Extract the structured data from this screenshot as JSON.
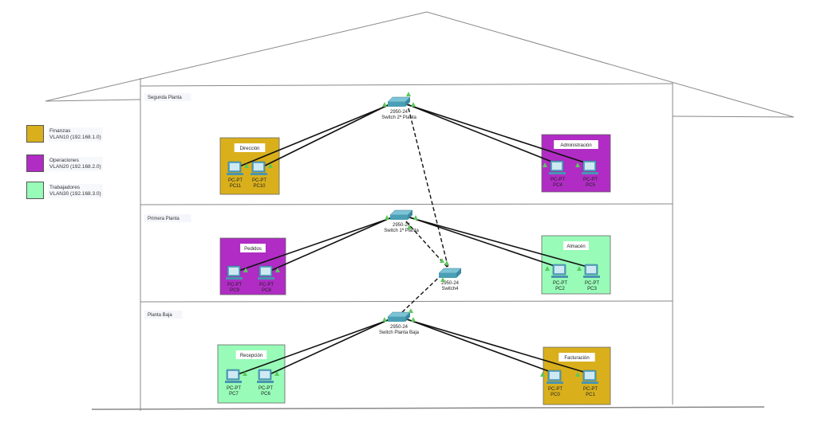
{
  "legend": [
    {
      "name": "Finanzas",
      "vlan": "VLAN10 (192.168.1.0)",
      "color": "#d9b01c"
    },
    {
      "name": "Operaciones",
      "vlan": "VLAN20 (192.168.2.0)",
      "color": "#b02cc4"
    },
    {
      "name": "Trabajadores",
      "vlan": "VLAN30 (192.168.3.0)",
      "color": "#98fbb8"
    }
  ],
  "floors": [
    {
      "label": "Segunda Planta",
      "switch": {
        "model": "2950-24",
        "name": "Switch 2ª Planta"
      },
      "left_area": {
        "label": "Dirección",
        "color": "#d9b01c",
        "pcs": [
          {
            "type": "PC-PT",
            "name": "PC11"
          },
          {
            "type": "PC-PT",
            "name": "PC10"
          }
        ]
      },
      "right_area": {
        "label": "Administración",
        "color": "#b02cc4",
        "pcs": [
          {
            "type": "PC-PT",
            "name": "PC4"
          },
          {
            "type": "PC-PT",
            "name": "PC5"
          }
        ]
      }
    },
    {
      "label": "Primera Planta",
      "switch": {
        "model": "2950-24",
        "name": "Switch 1ª Planta"
      },
      "left_area": {
        "label": "Pedidos",
        "color": "#b02cc4",
        "pcs": [
          {
            "type": "PC-PT",
            "name": "PC9"
          },
          {
            "type": "PC-PT",
            "name": "PC8"
          }
        ]
      },
      "right_area": {
        "label": "Almacén",
        "color": "#98fbb8",
        "pcs": [
          {
            "type": "PC-PT",
            "name": "PC2"
          },
          {
            "type": "PC-PT",
            "name": "PC3"
          }
        ]
      }
    },
    {
      "label": "Planta Baja",
      "switch": {
        "model": "2950-24",
        "name": "Switch Planta Baja"
      },
      "left_area": {
        "label": "Recepción",
        "color": "#98fbb8",
        "pcs": [
          {
            "type": "PC-PT",
            "name": "PC7"
          },
          {
            "type": "PC-PT",
            "name": "PC6"
          }
        ]
      },
      "right_area": {
        "label": "Facturación",
        "color": "#d9b01c",
        "pcs": [
          {
            "type": "PC-PT",
            "name": "PC0"
          },
          {
            "type": "PC-PT",
            "name": "PC1"
          }
        ]
      }
    }
  ],
  "core_switch": {
    "model": "2950-24",
    "name": "Switch4"
  },
  "colors": {
    "link": "#111111",
    "port_up": "#5cc85c",
    "switch": "#4a9fb5"
  }
}
